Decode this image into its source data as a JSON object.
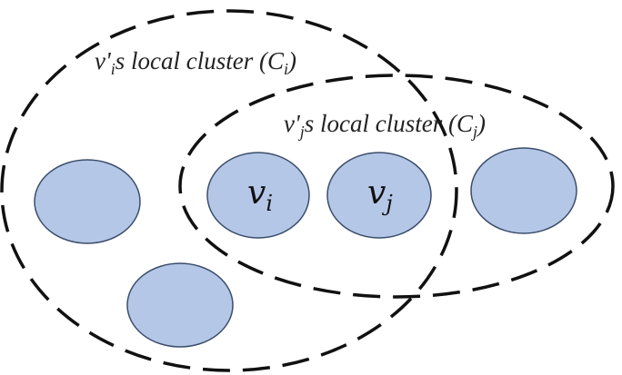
{
  "colors": {
    "node_fill": "#b4c7e7",
    "node_stroke": "#3b4d6b",
    "cluster_stroke": "#111111"
  },
  "clusters": {
    "ci": {
      "prefix": "v'",
      "subscript": "i",
      "suffix": "s local cluster (C",
      "sub2": "i",
      "close": ")"
    },
    "cj": {
      "prefix": "v'",
      "subscript": "j",
      "suffix": "s local cluster (C",
      "sub2": "j",
      "close": ")"
    }
  },
  "nodes": {
    "vi": {
      "base": "v",
      "sub": "i"
    },
    "vj": {
      "base": "v",
      "sub": "j"
    }
  }
}
